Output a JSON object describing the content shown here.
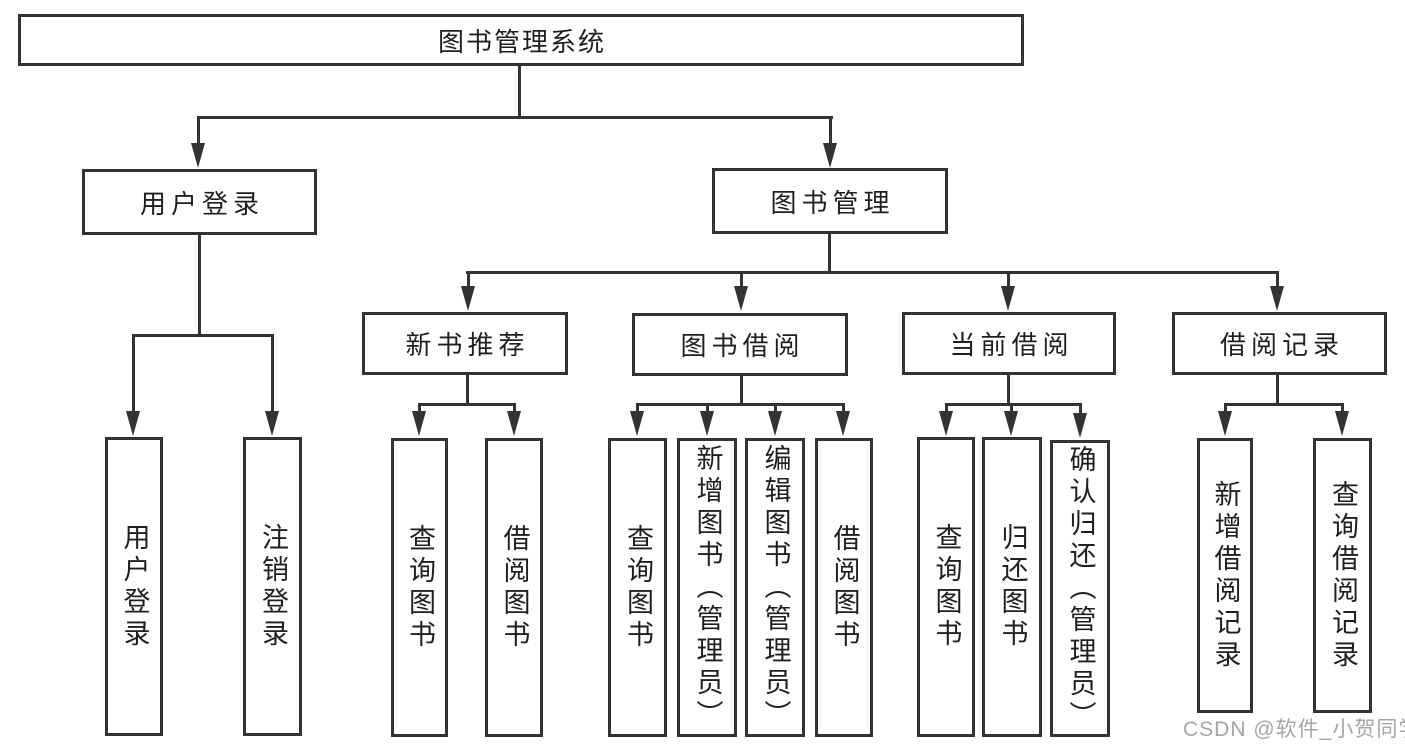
{
  "colors": {
    "line": "#333333",
    "text": "#1f1f1f",
    "watermark": "#a6a6a6",
    "background": "#ffffff"
  },
  "watermark": "CSDN @软件_小贺同学",
  "tree": {
    "root": "图书管理系统",
    "level2": {
      "user_login": "用户登录",
      "book_management": "图书管理"
    },
    "level3": {
      "new_book_recommend": "新书推荐",
      "book_borrow": "图书借阅",
      "current_borrow": "当前借阅",
      "borrow_record": "借阅记录"
    },
    "leaves": {
      "user_login": [
        "用户登录",
        "注销登录"
      ],
      "new_book_recommend": [
        "查询图书",
        "借阅图书"
      ],
      "book_borrow": [
        "查询图书",
        "新增图书（管理员）",
        "编辑图书（管理员）",
        "借阅图书"
      ],
      "current_borrow": [
        "查询图书",
        "归还图书",
        "确认归还（管理员）"
      ],
      "borrow_record": [
        "新增借阅记录",
        "查询借阅记录"
      ]
    }
  }
}
